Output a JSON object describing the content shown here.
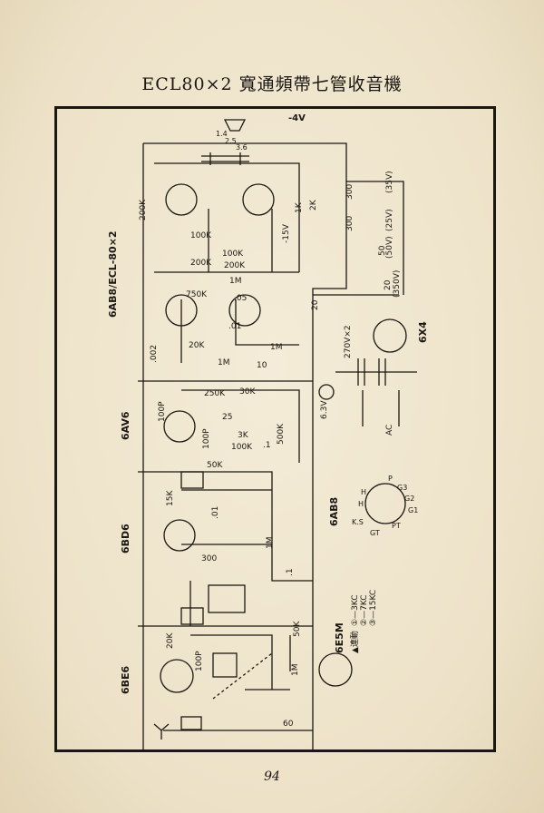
{
  "title": "ECL80×2 寬通頻帶七管收音機",
  "page_number": "94",
  "tubes": {
    "ecl80": "6AB8/ECL-80×2",
    "rect": "6X4",
    "det": "6AV6",
    "if": "6BD6",
    "conv": "6BE6",
    "tune": "6E5M",
    "base": "6AB8"
  },
  "labels": {
    "v_neg4": "-4V",
    "v_neg15": "-15V",
    "spk_taps": [
      "1.4",
      "2.5",
      "3.6"
    ],
    "supply": "270V×2",
    "heater": "6.3V",
    "ac": "AC",
    "c_35v": "(35V)",
    "c_25v": "(25V)",
    "c_50v": "(50V)",
    "c_350v": "(350V)",
    "r_200k": "200K",
    "r_100k": "100K",
    "r_750k": "750K",
    "r_1k": "1K",
    "r_2k": "2K",
    "r_20k": "20K",
    "r_1m": "1M",
    "r_250k": "250K",
    "r_30k": "30K",
    "r_500k": "500K",
    "r_3k": "3K",
    "r_50k": "50K",
    "r_15k": "15K",
    "r_300": "300",
    "r_60": "60",
    "c_100p": "100P",
    "c_05": ".05",
    "c_01": ".01",
    "c_002": ".002",
    "c_1": ".1",
    "c_25": "25",
    "c_10": "10",
    "c_20": "20",
    "c_50": "50",
    "pins": [
      "P",
      "G3",
      "G2",
      "G1",
      "H",
      "H",
      "K.S",
      "PT",
      "GT"
    ],
    "switch_positions": [
      "①—3KC",
      "②—7KC",
      "③—15KC"
    ],
    "gang": "▲連動"
  }
}
